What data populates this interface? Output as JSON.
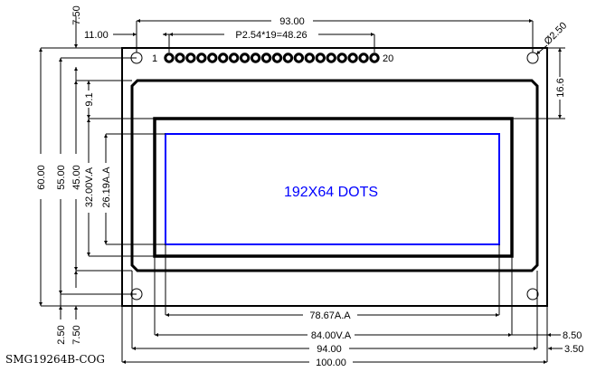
{
  "model": "SMG19264B-COG",
  "display_label": "192X64 DOTS",
  "pins": {
    "first_label": "1",
    "last_label": "20",
    "count": 20
  },
  "colors": {
    "line": "#000000",
    "active_area": "#0000ff",
    "background": "#ffffff"
  },
  "dimensions": {
    "top": {
      "overall_hole_pitch": "93.00",
      "pin_pitch": "P2.54*19=48.26",
      "pin_offset": "11.00",
      "hole_diameter": "Ø2.50"
    },
    "left": {
      "top_offset": "7.50",
      "outline_height": "60.00",
      "hole_pitch_v": "55.00",
      "bezel_height": "45.00",
      "view_area_height": "32.00V.A",
      "active_area_height": "26.19A.A",
      "bezel_top_offset": "9.1",
      "bottom_hole_offset": "2.50",
      "bottom_offset": "7.50"
    },
    "right": {
      "top_to_view": "16.6",
      "view_offset": "8.50",
      "bezel_offset": "3.50"
    },
    "bottom": {
      "active_area_width": "78.67A.A",
      "view_area_width": "84.00V.A",
      "bezel_width": "94.00",
      "outline_width": "100.00"
    }
  }
}
